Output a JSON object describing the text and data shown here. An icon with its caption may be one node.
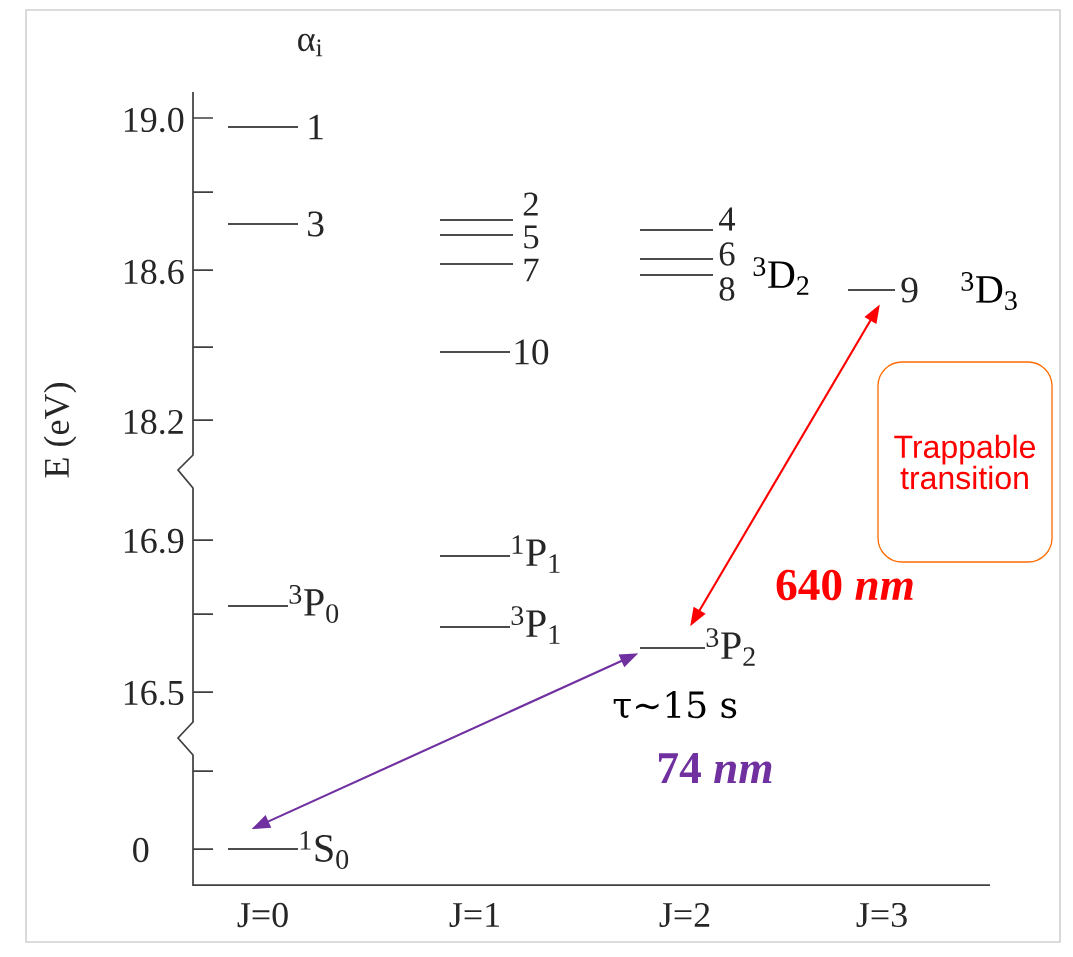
{
  "diagram": {
    "nodes": [
      {
        "text": [
          "1"
        ]
      },
      {
        "text": [
          "3"
        ]
      },
      {
        "text": [
          "2"
        ]
      },
      {
        "text": [
          "5"
        ]
      },
      {
        "text": [
          "4"
        ]
      },
      {
        "text": [
          "6"
        ]
      },
      {
        "text": [
          "7"
        ]
      },
      {
        "text": [
          "8"
        ],
        "beside": [
          "$^{3}$D$_{2}$"
        ]
      },
      {
        "text": [
          "9"
        ],
        "beside": [
          "$^{3}$D$_{3}$"
        ]
      },
      {
        "text": [
          "10"
        ]
      },
      {
        "text": [
          "Trappable transition"
        ]
      },
      {
        "text": [
          "$^{1}$P$_{1}$"
        ]
      },
      {
        "text": [
          "$^{3}$P$_{0}$"
        ]
      },
      {
        "text": [
          "$^{3}$P$_{1}$"
        ]
      },
      {
        "text": [
          "$^{3}$P$_{2}$"
        ],
        "beside": [
          "τ∼15 s"
        ]
      },
      {
        "text": [
          "$^{1}$S$_{0}$"
        ]
      }
    ],
    "edges": [
      {
        "from": 14,
        "to": 8,
        "arrow": "both",
        "color": "#ff0000",
        "label": "640 *nm*"
      },
      {
        "from": 15,
        "to": 14,
        "arrow": "both",
        "color": "#7030a0",
        "label": "74 *nm*"
      }
    ],
    "labels": [
      "α$_{i}$",
      "19.0",
      "18.6",
      "18.2",
      "16.9",
      "16.5",
      "0",
      "E (eV)",
      "J=0",
      "J=1",
      "J=2",
      "J=3"
    ]
  }
}
